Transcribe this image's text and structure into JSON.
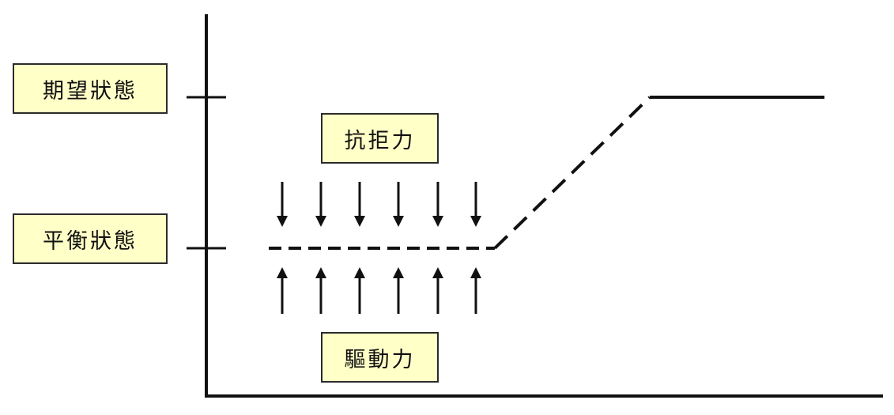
{
  "labels": {
    "desired_state": "期望狀態",
    "equilibrium_state": "平衡狀態",
    "restraining_force": "抗拒力",
    "driving_force": "驅動力"
  },
  "colors": {
    "box_fill": "#ffffc8",
    "line": "#111111"
  }
}
